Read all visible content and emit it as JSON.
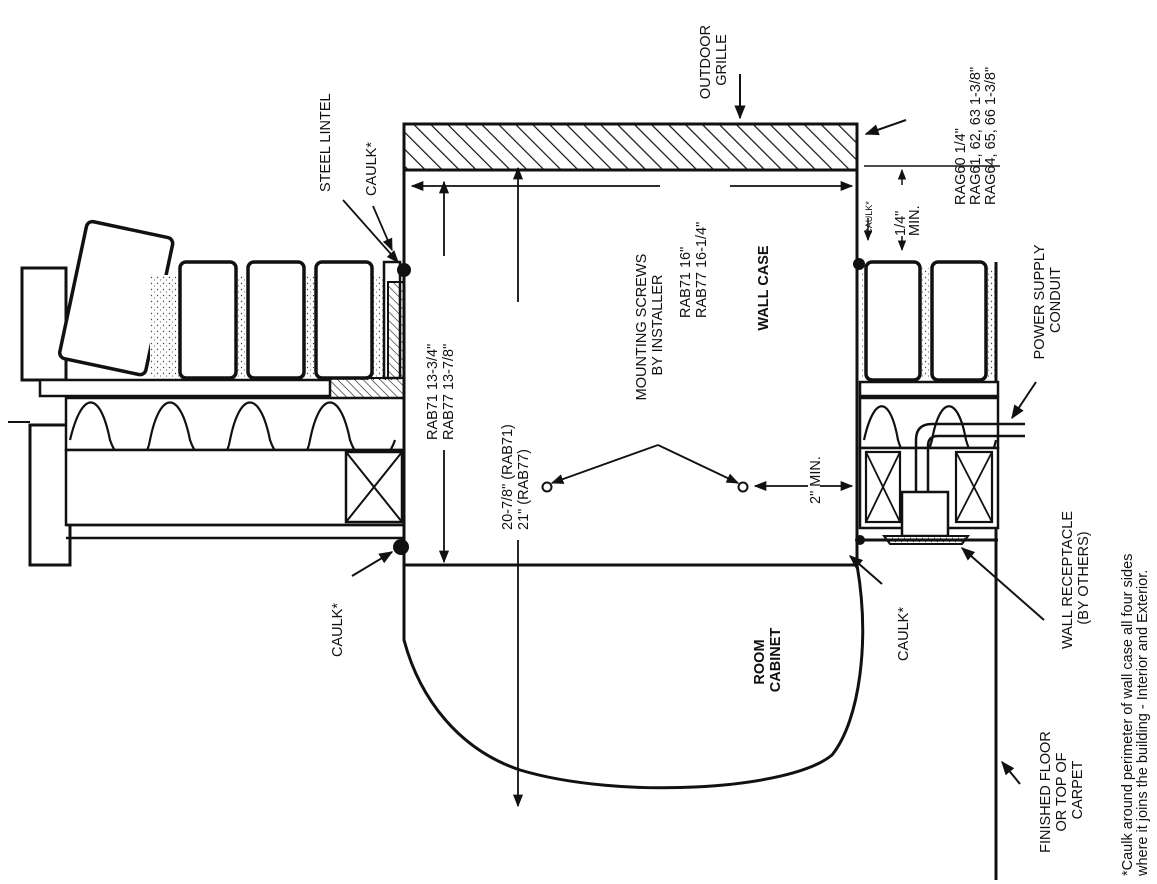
{
  "labels": {
    "outdoor_grille": [
      "OUTDOOR",
      "GRILLE"
    ],
    "steel_lintel": "STEEL LINTEL",
    "caulk": "CAULK*",
    "caulk_small": "CAULK*",
    "rag_specs": [
      "RAG60  1/4\"",
      "RAG61, 62, 63  1-3/8\"",
      "RAG64, 65, 66  1-3/8\""
    ],
    "min_quarter": [
      "1/4\"",
      "MIN."
    ],
    "mounting_screws": [
      "MOUNTING SCREWS",
      "BY INSTALLER"
    ],
    "rab_16": [
      "RAB71   16\"",
      "RAB77   16-1/4\""
    ],
    "wall_case": "WALL CASE",
    "rab_13": [
      "RAB71   13-3/4\"",
      "RAB77   13-7/8\""
    ],
    "rab_21": [
      "20-7/8\"   (RAB71)",
      "21\"         (RAB77)"
    ],
    "two_min": "2\" MIN.",
    "power_supply": [
      "POWER SUPPLY",
      "CONDUIT"
    ],
    "wall_receptacle": [
      "WALL RECEPTACLE",
      "(BY OTHERS)"
    ],
    "room_cabinet": [
      "ROOM",
      "CABINET"
    ],
    "finished_floor": [
      "FINISHED FLOOR",
      "OR TOP OF",
      "CARPET"
    ],
    "footnote": [
      "*Caulk around perimeter of wall case all four sides",
      "where it joins the building - Interior and Exterior."
    ]
  }
}
